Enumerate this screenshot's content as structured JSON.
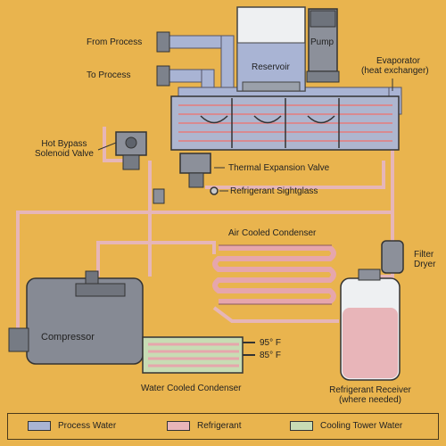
{
  "colors": {
    "background": "#e9b44e",
    "process_water": "#a9b4d4",
    "refrigerant": "#e8b5b9",
    "cooling_tower_water": "#c8dcb4",
    "equipment": "#8c909a",
    "reservoir": "#eef0f2"
  },
  "labels": {
    "from_process": "From Process",
    "to_process": "To Process",
    "reservoir": "Reservoir",
    "pump": "Pump",
    "evaporator_1": "Evaporator",
    "evaporator_2": "(heat exchanger)",
    "hot_bypass_1": "Hot Bypass",
    "hot_bypass_2": "Solenoid Valve",
    "thermal_expansion_valve": "Thermal Expansion Valve",
    "refrigerant_sightglass": "Refrigerant Sightglass",
    "air_cooled_condenser": "Air Cooled Condenser",
    "filter_dryer_1": "Filter",
    "filter_dryer_2": "Dryer",
    "compressor": "Compressor",
    "temp_95": "95° F",
    "temp_85": "85° F",
    "water_cooled_condenser": "Water Cooled Condenser",
    "receiver_1": "Refrigerant Receiver",
    "receiver_2": "(where needed)"
  },
  "legend": [
    {
      "label": "Process Water",
      "color": "#a9b4d4"
    },
    {
      "label": "Refrigerant",
      "color": "#e8b5b9"
    },
    {
      "label": "Cooling Tower Water",
      "color": "#c8dcb4"
    }
  ]
}
